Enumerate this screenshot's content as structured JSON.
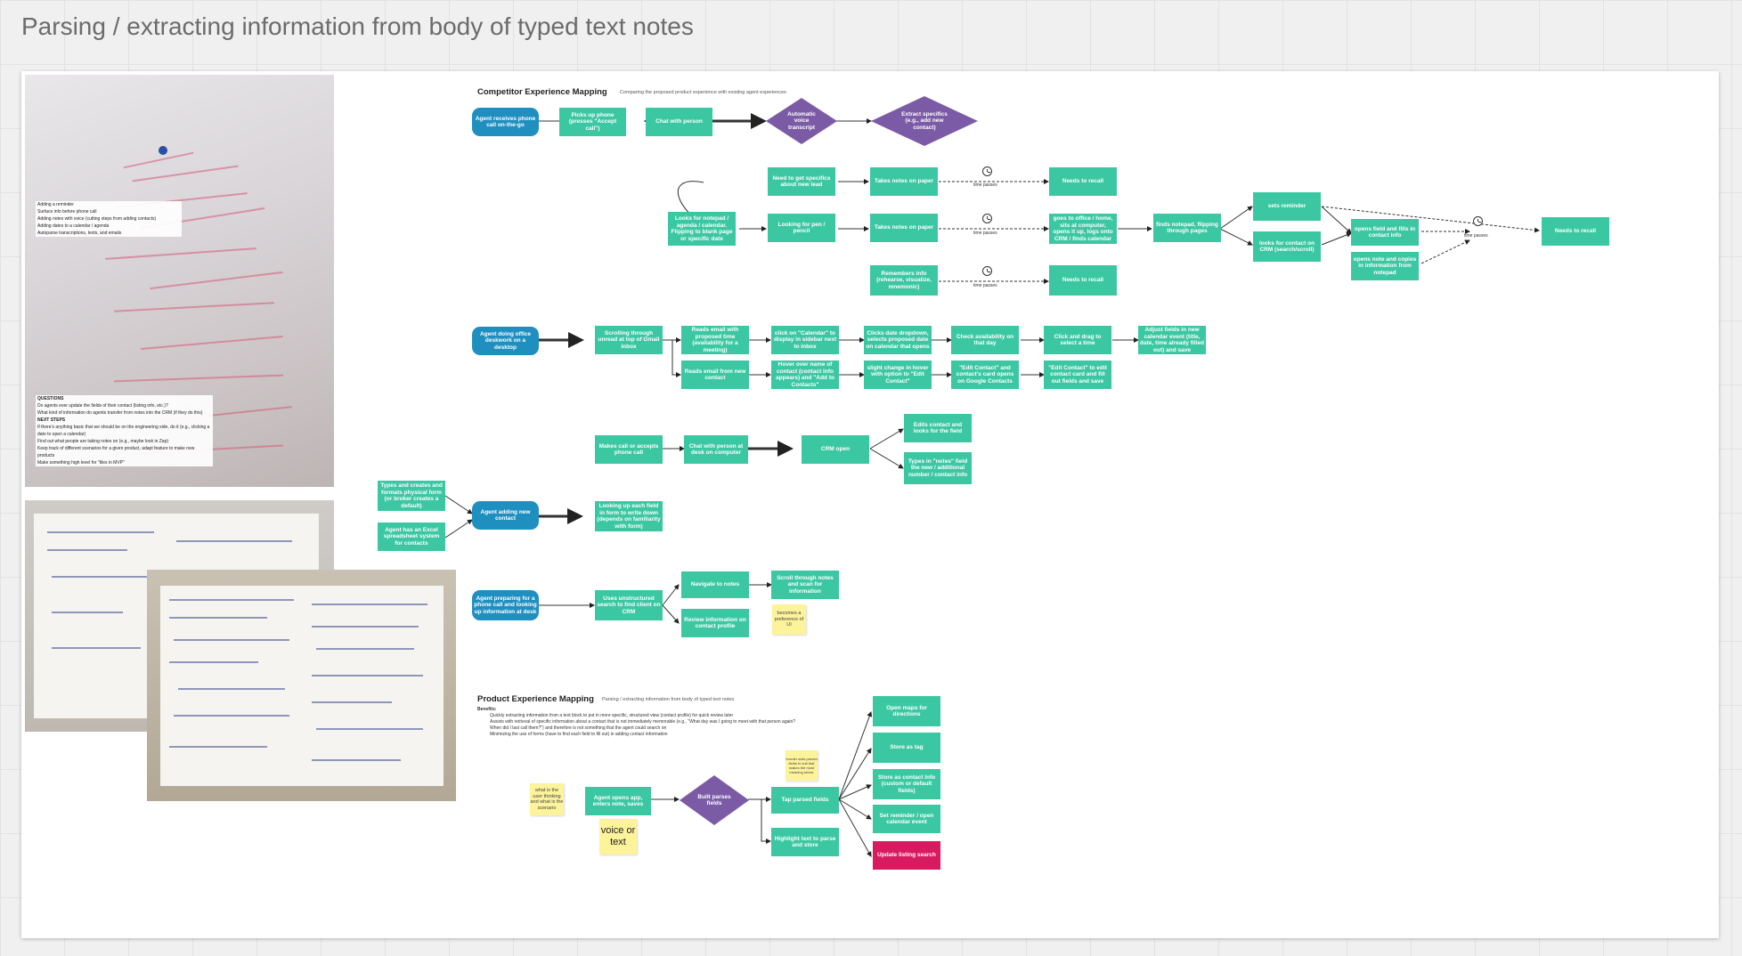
{
  "board": {
    "title": "Parsing / extracting information from body of typed text notes"
  },
  "whiteboard_notes": {
    "list1": [
      "Adding a reminder",
      "Surface info before phone call",
      "Adding notes with voice (cutting steps from adding contacts)",
      "Adding dates to a calendar / agenda",
      "Autoparse transcriptions, texts, and emails"
    ],
    "questions_label": "QUESTIONS",
    "questions": [
      "Do agents ever update the fields of their contact (listing info, etc.)?",
      "What kind of information do agents transfer from notes into the CRM (if they do this)"
    ],
    "next_steps_label": "NEXT STEPS",
    "next_steps": [
      "If there's anything basic that we should be on the engineering side, do it (e.g., clicking a date to open a calendar)",
      "Find out what people are taking notes on (e.g., maybe look in Zap)",
      "Keep track of different scenarios for a given product, adapt feature to make new products",
      "Make something high level for \"tiles in MVP\""
    ]
  },
  "competitor": {
    "title": "Competitor Experience Mapping",
    "subtitle": "Comparing the proposed product experience with existing agent experiences",
    "time_passes": "time passes",
    "row1": {
      "start": "Agent receives phone call on-the-go",
      "pick_up": "Picks up phone (presses \"Accept call\")",
      "chat": "Chat with person",
      "transcript": "Automatic voice transcript",
      "extract": "Extract specifics (e.g., add new contact)"
    },
    "row2": {
      "need_specifics": "Need to get specifics about new lead",
      "looks_notepad": "Looks for notepad / agenda / calendar. Flipping to blank page or specific date",
      "looking_pen": "Looking for pen / pencil",
      "takes_notes_1": "Takes notes on paper",
      "takes_notes_2": "Takes notes on paper",
      "remembers": "Remembers info (rehearse, visualize, mnemonic)",
      "needs_recall_1": "Needs to recall",
      "goes_office": "goes to office / home, sits at computer, opens it up, logs onto CRM / finds calendar",
      "needs_recall_2": "Needs to recall",
      "finds_notepad": "finds notepad, flipping through pages",
      "sets_reminder": "sets reminder",
      "looks_crm": "looks for contact on CRM (search/scroll)",
      "opens_field": "opens field and fills in contact info",
      "opens_note": "opens note and copies in information from notepad",
      "needs_recall_3": "Needs to recall"
    },
    "row3": {
      "start": "Agent doing office deskwork on a desktop",
      "scrolling": "Scrolling through unread at top of Gmail inbox",
      "reads_proposed": "Reads email with proposed time (availability for a meeting)",
      "reads_contact": "Reads email from new contact",
      "click_calendar": "click on \"Calendar\" to display in sidebar next to inbox",
      "hover": "Hover over name of contact (contact info appears) and \"Add to Contacts\"",
      "clicks_date": "Clicks date dropdown, selects proposed date on calendar that opens",
      "slight_change": "slight change in hover with option to \"Edit Contact\"",
      "check_avail": "Check availability on that day",
      "edit_contact_opens": "\"Edit Contact\" and contact's card opens on Google Contacts",
      "click_drag": "Click and drag to select a time",
      "edit_fill": "\"Edit Contact\" to edit contact card and fill out fields and save",
      "adjust": "Adjust fields in new calendar event (title, date, time already filled out) and save"
    },
    "row4": {
      "makes_call": "Makes call or accepts phone call",
      "chat_desk": "Chat with person at desk on computer",
      "crm_open": "CRM open",
      "edits_contact": "Edits contact and looks for the field",
      "types_notes": "Types in \"notes\" field the new / additional number / contact info"
    },
    "row5": {
      "types_creates": "Types and creates and formats physical form (or broker creates a default)",
      "excel": "Agent has an Excel spreadsheet system for contacts",
      "start": "Agent adding new contact",
      "looking_field": "Looking up each field in form to write down (depends on familiarity with form)"
    },
    "row6": {
      "start": "Agent preparing for a phone call and looking up information at desk",
      "uses_search": "Uses unstructured search to find client on CRM",
      "navigate": "Navigate to notes",
      "review": "Review information on contact profile",
      "scroll_notes": "Scroll through notes and scan for information",
      "sticky": "becomes a preference of UI"
    }
  },
  "product": {
    "title": "Product Experience Mapping",
    "subtitle": "Parsing / extracting information from body of typed text notes",
    "benefits_label": "Benefits:",
    "benefits": [
      "Quickly extracting information from a text block to put in more specific, structured view (contact profile) for quick review later",
      "Assists with retrieval of specific information about a contact that is not immediately memorable (e.g., \"What day was I going to meet with that person again? When did I last call them?\") and therefore is not something that the agent could search on",
      "Minimizing the use of forms (have to find each field to fill out) in adding contact information"
    ],
    "sticky_start": "what is the user thinking and what is the scenario",
    "opens_app": "Agent opens app, enters note, saves",
    "voice_text": "voice or text",
    "built_parses": "Built parses fields",
    "sticky_tap": "reorder suits parsed fields to suit that makes the most meaning sense",
    "tap_parsed": "Tap parsed fields",
    "highlight": "Highlight text to parse and store",
    "open_maps": "Open maps for directions",
    "store_tag": "Store as tag",
    "store_contact": "Store as contact info (custom or default fields)",
    "set_reminder": "Set reminder / open calendar event",
    "update_listing": "Update listing search"
  },
  "colors": {
    "node": "#3cc7a3",
    "pill": "#1f8fc0",
    "diamond": "#7c5ba6",
    "pink": "#d81b60",
    "sticky": "#fcf39b"
  }
}
